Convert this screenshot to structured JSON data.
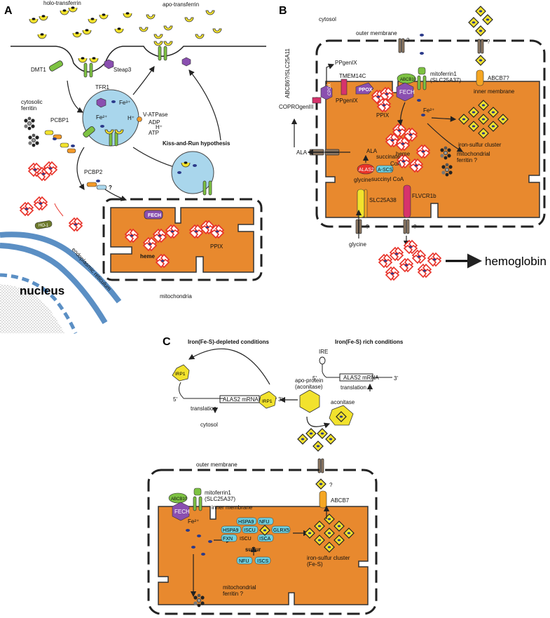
{
  "panels": {
    "a": "A",
    "b": "B",
    "c": "C"
  },
  "panel_a": {
    "holo_transferrin": "holo-transferrin",
    "apo_transferrin": "apo-transferrin",
    "dmt1": "DMT1",
    "tfr1": "TFR1",
    "steap3": "Steap3",
    "cytosolic_ferritin": "cytosolic\nferritin",
    "fe3": "Fe³⁺",
    "fe2": "Fe²⁺",
    "v_atpase": "V-ATPase",
    "adp": "ADP",
    "atp": "ATP",
    "h1": "H⁺",
    "h2": "H⁺",
    "pcbp1": "PCBP1",
    "pcbp2": "PCBP2",
    "question": "?",
    "kiss_and_run": "Kiss-and-Run hypothesis",
    "fech": "FECH",
    "ppix": "PPIX",
    "heme": "heme",
    "nucleus": "nucleus",
    "er": "endoplasmic reticulum",
    "mitochondria": "mitochondria",
    "ho1": "HO-1"
  },
  "panel_b": {
    "cytosol": "cytosol",
    "outer_membrane": "outer membrane",
    "inner_membrane": "inner membrane",
    "abcb6": "ABCB6?/SLC25A11",
    "ppgenix_top": "PPgenIX",
    "tmem14c": "TMEM14C",
    "ppgenix_mid": "PPgenIX",
    "ppox": "PPOX",
    "cpox": "CPOX",
    "coprogeniii": "COPROgenIII",
    "ala_left": "ALA",
    "ppix": "PPIX",
    "abcb10": "ABCB10",
    "fech": "FECH",
    "mitoferrin1": "mitoferrin1\n(SLC25A37)",
    "fe2": "Fe²⁺",
    "abcb7": "ABCB7?",
    "fe_s": "iron-sulfur cluster",
    "heme": "heme",
    "ala_mid": "ALA",
    "succinate": "succinate",
    "coa": "CoA",
    "alas2": "ALAS2",
    "a_scs": "A-SCS",
    "glycine_in": "glycine",
    "succinyl_coa": "succinyl CoA",
    "mito_ferritin": "mitochondrial\nferritin ?",
    "slc25a38": "SLC25A38",
    "flvcr1b": "FLVCR1b",
    "glycine_out": "glycine",
    "hemoglobin": "hemoglobin",
    "q": "?"
  },
  "panel_c": {
    "depleted": "Iron(Fe-S)-depleted conditions",
    "rich": "Iron(Fe-S) rich conditions",
    "irp1_a": "IRP1",
    "irp1_b": "IRP1",
    "ire": "IRE",
    "alas2_mrna_a": "ALAS2 mRNA",
    "alas2_mrna_b": "ALAS2 mRNA",
    "five_a": "5'",
    "three_a": "3'",
    "five_b": "5'",
    "three_b": "3'",
    "translation_down": "translation",
    "translation_up": "translation",
    "apo_protein": "apo-protein\n(aconitase)",
    "aconitase": "aconitase",
    "cytosol": "cytosol",
    "outer_membrane": "outer membrane",
    "inner_membrane": "inner membrane",
    "abcb10": "ABCB10",
    "fech": "FECH",
    "mitoferrin1": "mitoferrin1\n(SLC25A37)",
    "abcb7": "ABCB7",
    "fe2": "Fe²⁺",
    "hspa9_a": "HSPA9",
    "hspa9_b": "HSPA9",
    "fxn": "FXN",
    "nfu_top": "NFU",
    "iscu_a": "ISCU",
    "iscu_b": "ISCU",
    "isca": "ISCA",
    "glrx5": "GLRX5",
    "sulfur": "sulfur",
    "nfu_bot": "NFU",
    "iscs": "ISCS",
    "fe_s": "iron-sulfur cluster\n(Fe-S)",
    "mito_ferritin": "mitochondrial\nferritin ?",
    "q": "?"
  },
  "colors": {
    "mitochondria": "#e8892e",
    "vesicle": "#a9d6ec",
    "transporter_green": "#7dc242",
    "fech_purple": "#8a4fb0",
    "heme_red": "#e8332a",
    "iron_blue": "#2b3a8a",
    "fes_yellow": "#f2e22d",
    "ptn_cyan": "#6fd0e0"
  }
}
